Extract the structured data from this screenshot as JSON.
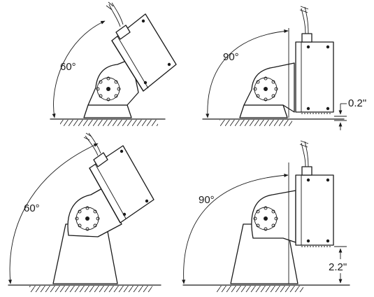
{
  "figure": {
    "panels": [
      {
        "id": "top-left",
        "angle": "60°",
        "dimension": ""
      },
      {
        "id": "top-right",
        "angle": "90°",
        "dimension": "0.2\""
      },
      {
        "id": "bottom-left",
        "angle": "60°",
        "dimension": ""
      },
      {
        "id": "bottom-right",
        "angle": "90°",
        "dimension": "2.2\""
      }
    ]
  }
}
